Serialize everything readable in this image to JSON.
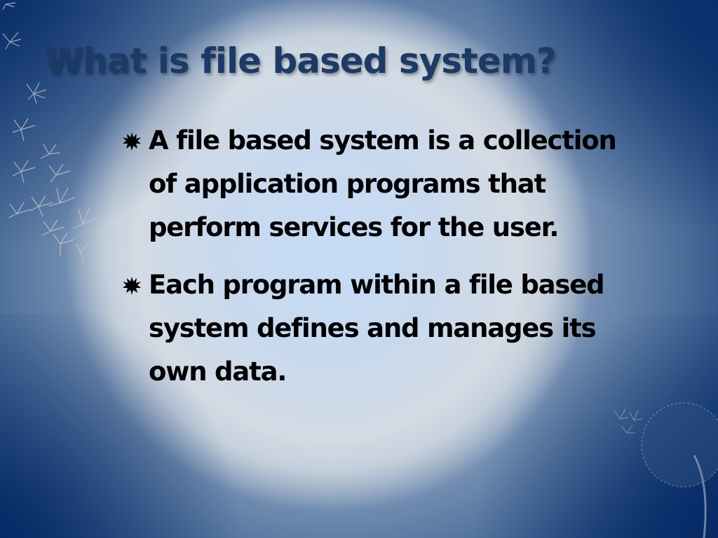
{
  "slide": {
    "title": "What is file based system?",
    "bullet_icon": "starburst-icon",
    "bullets": [
      {
        "text": "A file based system is a collection of application programs that perform services for the user."
      },
      {
        "text": "Each program within a file based system defines and manages its own data."
      }
    ],
    "decorations": {
      "left": "dandelion-seeds-decoration",
      "bottom_right": "dandelion-puff-decoration"
    },
    "colors": {
      "title": "#1b3a66",
      "body_text": "#000000",
      "background_center": "#c4dcf6",
      "background_edge": "#123a72"
    }
  }
}
